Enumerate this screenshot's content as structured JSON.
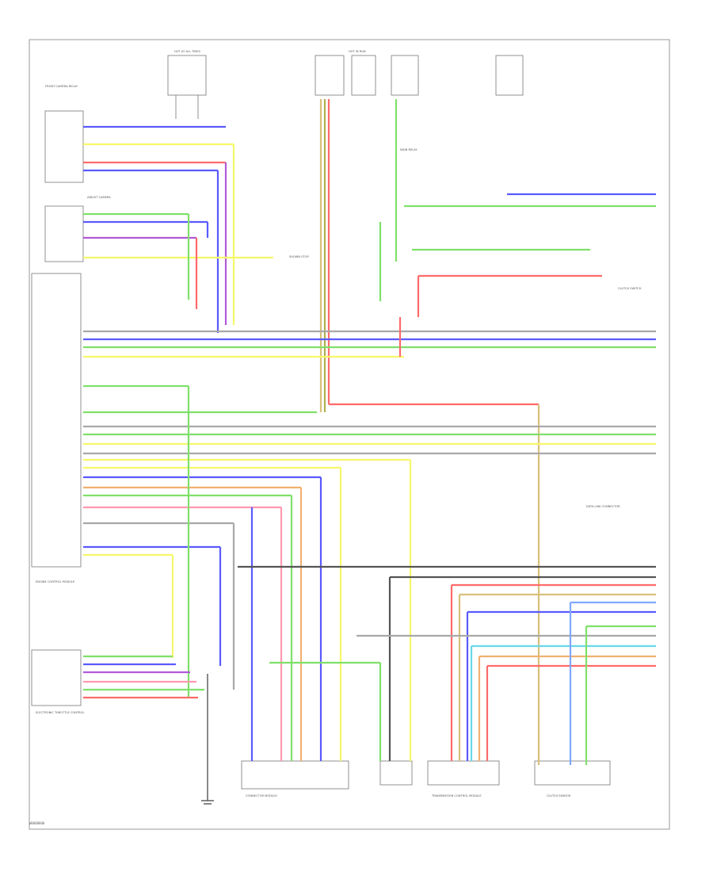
{
  "page": {
    "footer_code": "W0000000"
  },
  "wire_colors": {
    "red": "#ff6a6a",
    "green": "#7fe06a",
    "blue": "#5a5aff",
    "yellow": "#f7f76a",
    "tan": "#d8c07a",
    "purple": "#b05ad8",
    "gray": "#a8a8a8",
    "cyan": "#6ad8e8",
    "orange": "#f0b070",
    "dkgray": "#555555",
    "olive": "#b0b050",
    "ltblue": "#7fa8ff",
    "pink": "#ff9ab0",
    "black": "#333333"
  },
  "components": [
    {
      "id": "c1",
      "label": "FRONT CAMERA RELAY"
    },
    {
      "id": "c2",
      "label": "ADJUST CAMERA"
    },
    {
      "id": "c3",
      "label": "SHOWN STOP"
    },
    {
      "id": "c4",
      "label": "ENGINE CONTROL MODULE"
    },
    {
      "id": "c5",
      "label": "ELECTRONIC THROTTLE CONTROL"
    },
    {
      "id": "c6",
      "label": "CONNECTOR MODULE"
    },
    {
      "id": "c7",
      "label": "CLUTCH SWITCH"
    },
    {
      "id": "c8",
      "label": "TRANSMISSION CONTROL MODULE"
    },
    {
      "id": "c9",
      "label": "CLUTCH SENSOR"
    },
    {
      "id": "c10",
      "label": "DATA LINK CONNECTOR"
    },
    {
      "id": "c11",
      "label": "MAIN RELAY"
    },
    {
      "id": "c12",
      "label": "HOT AT ALL TIMES"
    },
    {
      "id": "c13",
      "label": "HOT IN RUN"
    }
  ]
}
